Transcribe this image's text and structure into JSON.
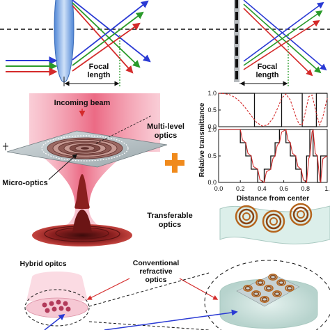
{
  "panel_a": {
    "focal_label_1": "Focal",
    "focal_label_2": "length",
    "ray_colors": [
      "#d42a2a",
      "#2a9a2a",
      "#2a3ad4"
    ]
  },
  "panel_b": {
    "focal_label_1": "Focal",
    "focal_label_2": "length"
  },
  "panel_c": {
    "incoming_beam": "Incoming beam",
    "multi_level_1": "Multi-level",
    "multi_level_2": "optics",
    "micro_optics": "Micro-optics",
    "transferable_1": "Transferable",
    "transferable_2": "optics",
    "plus_color": "#f08a1c"
  },
  "chart_data": {
    "type": "line",
    "xlabel": "Distance from center",
    "ylabel": "Relative transmittance",
    "x_ticks": [
      "0.0",
      "0.2",
      "0.4",
      "0.6",
      "0.8",
      "1."
    ],
    "y_ticks_top": [
      "1.0",
      "0.5",
      "0.0"
    ],
    "y_ticks_bottom": [
      "1.0",
      "0.5",
      "0.0"
    ],
    "xlim": [
      0,
      1.0
    ],
    "ylim": [
      0,
      1.0
    ],
    "top": {
      "series": [
        {
          "style": "solid-black",
          "x": [
            0,
            0.33,
            0.33,
            0.58,
            0.58,
            0.77,
            0.77,
            0.9,
            0.9,
            1.0
          ],
          "y": [
            1,
            1,
            0,
            0,
            1,
            1,
            0,
            0,
            1,
            1
          ]
        },
        {
          "style": "dashed-red",
          "x": [
            0,
            0.05,
            0.1,
            0.15,
            0.2,
            0.25,
            0.3,
            0.35,
            0.4,
            0.45,
            0.5,
            0.55,
            0.58,
            0.62,
            0.66,
            0.7,
            0.74,
            0.77,
            0.8,
            0.83,
            0.86,
            0.9,
            0.93,
            0.96,
            1.0
          ],
          "y": [
            1,
            0.99,
            0.96,
            0.88,
            0.74,
            0.55,
            0.33,
            0.13,
            0.02,
            0.05,
            0.25,
            0.6,
            0.85,
            0.98,
            0.8,
            0.4,
            0.08,
            0.05,
            0.45,
            0.9,
            0.95,
            0.4,
            0.05,
            0.3,
            0.85
          ]
        }
      ]
    },
    "bottom": {
      "series": [
        {
          "style": "solid-black",
          "x": [
            0,
            0.2,
            0.2,
            0.25,
            0.25,
            0.3,
            0.3,
            0.36,
            0.36,
            0.42,
            0.42,
            0.48,
            0.48,
            0.52,
            0.52,
            0.56,
            0.56,
            0.62,
            0.62,
            0.66,
            0.66,
            0.71,
            0.71,
            0.76,
            0.76,
            0.81,
            0.81,
            0.84,
            0.84,
            0.87,
            0.87,
            0.91,
            0.91,
            0.94,
            0.94,
            1.0
          ],
          "y": [
            1,
            1,
            0.75,
            0.75,
            0.5,
            0.5,
            0.25,
            0.25,
            0,
            0,
            0.25,
            0.25,
            0.5,
            0.5,
            0.75,
            0.75,
            1,
            1,
            0.75,
            0.75,
            0.5,
            0.5,
            0.25,
            0.25,
            0,
            0,
            0.5,
            0.5,
            1,
            1,
            0.5,
            0.5,
            0,
            0,
            0.5,
            0.5
          ]
        },
        {
          "style": "solid-red",
          "x": [
            0,
            0.2,
            0.22,
            0.25,
            0.27,
            0.3,
            0.32,
            0.36,
            0.38,
            0.42,
            0.44,
            0.48,
            0.5,
            0.52,
            0.54,
            0.56,
            0.58,
            0.62,
            0.64,
            0.66,
            0.68,
            0.71,
            0.73,
            0.76,
            0.78,
            0.81,
            0.83,
            0.84,
            0.86,
            0.87,
            0.89,
            0.91,
            0.93,
            0.94,
            0.96,
            1.0
          ],
          "y": [
            1,
            1,
            0.8,
            0.75,
            0.55,
            0.5,
            0.3,
            0.25,
            0.05,
            0,
            0.2,
            0.25,
            0.45,
            0.5,
            0.7,
            0.75,
            0.95,
            1,
            0.8,
            0.75,
            0.55,
            0.5,
            0.3,
            0.25,
            0.05,
            0,
            0.45,
            0.5,
            0.95,
            1,
            0.55,
            0.5,
            0.05,
            0,
            0.45,
            0.5
          ]
        }
      ]
    }
  },
  "panel_d": {
    "hybrid_optics": "Hybrid opitcs",
    "conventional_1": "Conventional",
    "conventional_2": "refractive",
    "conventional_3": "optics"
  }
}
